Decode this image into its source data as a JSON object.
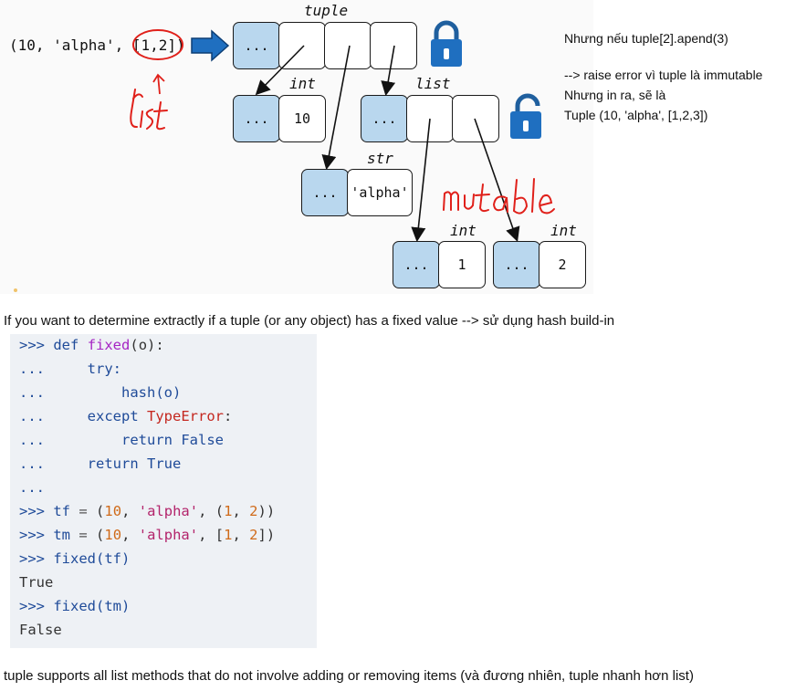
{
  "diagram": {
    "literal": "(10, 'alpha', [1,2])",
    "type_labels": {
      "tuple": "tuple",
      "int_a": "int",
      "list": "list",
      "str": "str",
      "int_b": "int",
      "int_c": "int"
    },
    "cells": {
      "tuple_first": "...",
      "int_ref": "...",
      "int_value": "10",
      "list_first": "...",
      "str_ref": "...",
      "str_value": "'alpha'",
      "int1_ref": "...",
      "int1_value": "1",
      "int2_ref": "...",
      "int2_value": "2"
    },
    "handwriting": {
      "list": "list",
      "mutable": "mutable"
    }
  },
  "notes": {
    "line1": "Nhưng nếu tuple[2].apend(3)",
    "line2": "--> raise error vì tuple là immutable",
    "line3": "Nhưng in ra, sẽ là",
    "line4": "Tuple (10, 'alpha', [1,2,3])"
  },
  "caption_top": "If you want to determine extractly if a tuple (or any object) has a fixed value --> sử dụng hash build-in",
  "code": {
    "l1": {
      "p": ">>>",
      "k": "def",
      "f": "fixed",
      "r": "(o):"
    },
    "l2": {
      "p": "...",
      "k": "try:"
    },
    "l3": {
      "p": "...",
      "t": "hash(o)"
    },
    "l4": {
      "p": "...",
      "k": "except",
      "e": "TypeError",
      "r": ":"
    },
    "l5": {
      "p": "...",
      "k": "return",
      "v": "False"
    },
    "l6": {
      "p": "...",
      "k": "return",
      "v": "True"
    },
    "l7": {
      "p": "..."
    },
    "l8": {
      "p": ">>>",
      "n": "tf",
      "eq": "=",
      "o": "(",
      "a": "10",
      "c1": ",",
      "s": "'alpha'",
      "c2": ",",
      "o2": "(",
      "b": "1",
      "c3": ",",
      "d": "2",
      "cl": "))"
    },
    "l9": {
      "p": ">>>",
      "n": "tm",
      "eq": "=",
      "o": "(",
      "a": "10",
      "c1": ",",
      "s": "'alpha'",
      "c2": ",",
      "o2": "[",
      "b": "1",
      "c3": ",",
      "d": "2",
      "cl": "])"
    },
    "l10": {
      "p": ">>>",
      "t": "fixed(tf)"
    },
    "l11": {
      "t": "True"
    },
    "l12": {
      "p": ">>>",
      "t": "fixed(tm)"
    },
    "l13": {
      "t": "False"
    }
  },
  "caption_bottom": "tuple supports all list methods that do not involve adding or removing items (và đương nhiên, tuple nhanh hơn list)"
}
